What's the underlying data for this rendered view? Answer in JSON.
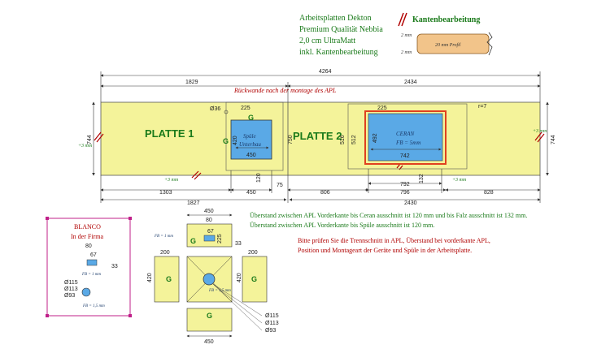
{
  "header": {
    "lines": [
      "Arbeitsplatten Dekton",
      "Premium Qualität Nebbia",
      "2,0 cm UltraMatt",
      "inkl. Kantenbearbeitung"
    ]
  },
  "edge_legend": {
    "title": "Kantenbearbeitung",
    "top_label": "2 mm",
    "bottom_label": "2 mm",
    "profile_label": "20 mm Profil"
  },
  "overall": {
    "total_width": "4264",
    "left_width": "1829",
    "right_width": "2434",
    "height_left": "744",
    "height_right": "744",
    "left_overhang": "+3 mm",
    "right_overhang": "+3 mm",
    "back_wall_note": "Rückwande nach der montage des APL"
  },
  "plate1": {
    "label": "PLATTE 1",
    "sink_label_1": "Spüle",
    "sink_label_2": "Unterbau",
    "dia": "Ø36",
    "top_225": "225",
    "sink_h": "420",
    "sink_w": "450",
    "dim_120": "120",
    "dim_75": "75",
    "dim_750": "750",
    "under_plus": "+3 mm",
    "g_top": "G",
    "g_left": "G"
  },
  "plate2": {
    "label": "PLATTE 2",
    "top_225": "225",
    "r7": "r=7",
    "ceran_1": "CERAN",
    "ceran_2": "FB = 5mm",
    "dim_516": "516",
    "dim_512": "512",
    "dim_492": "492",
    "dim_742": "742",
    "dim_792": "792",
    "dim_796": "796",
    "dim_132": "132",
    "dim_828": "828",
    "under_plus": "+3 mm"
  },
  "bottom_dims": {
    "row1": [
      "1303",
      "450",
      "806"
    ],
    "row2_left": "1827",
    "row2_right": "2430"
  },
  "blanco": {
    "title": "BLANCO",
    "subtitle": "In der Firma",
    "dim_80": "80",
    "dim_67": "67",
    "dim_33": "33",
    "fb": "FB = 1 mm",
    "d115": "Ø115",
    "d113": "Ø113",
    "d93": "Ø93",
    "fb2": "FB = 1,5 mm"
  },
  "sink_detail": {
    "top_450": "450",
    "dim_80": "80",
    "dim_67": "67",
    "dim_225": "225",
    "dim_33": "33",
    "fb1": "FB = 1 mm",
    "fb2": "FB = 1,5 mm",
    "left_200": "200",
    "right_200": "200",
    "left_420": "420",
    "right_420": "420",
    "bottom_450": "450",
    "d115": "Ø115",
    "d113": "Ø113",
    "d93": "Ø93",
    "g": "G"
  },
  "notes": {
    "green": [
      "Überstand zwischen APL Vorderkante bis Ceran ausschnitt ist 120 mm und bis Falz ausschnitt ist 132 mm.",
      "Überstand zwischen APL Vorderkante bis Spüle ausschnitt ist 120 mm."
    ],
    "red": [
      "Bitte prüfen Sie die Trennschnitt in APL, Überstand bei vorderkante APL,",
      "Position und Montageart der Geräte und Spüle in der Arbeitsplatte."
    ]
  },
  "colors": {
    "countertop": "#f4f39a",
    "sink_blue": "#5aa9e6",
    "ceran_frame": "#e0401f",
    "edge_profile": "#f2c48a",
    "blanco_border": "#c0208a",
    "dim_line": "#333333",
    "green_text": "#1a7a1a",
    "red_text": "#b00000"
  }
}
